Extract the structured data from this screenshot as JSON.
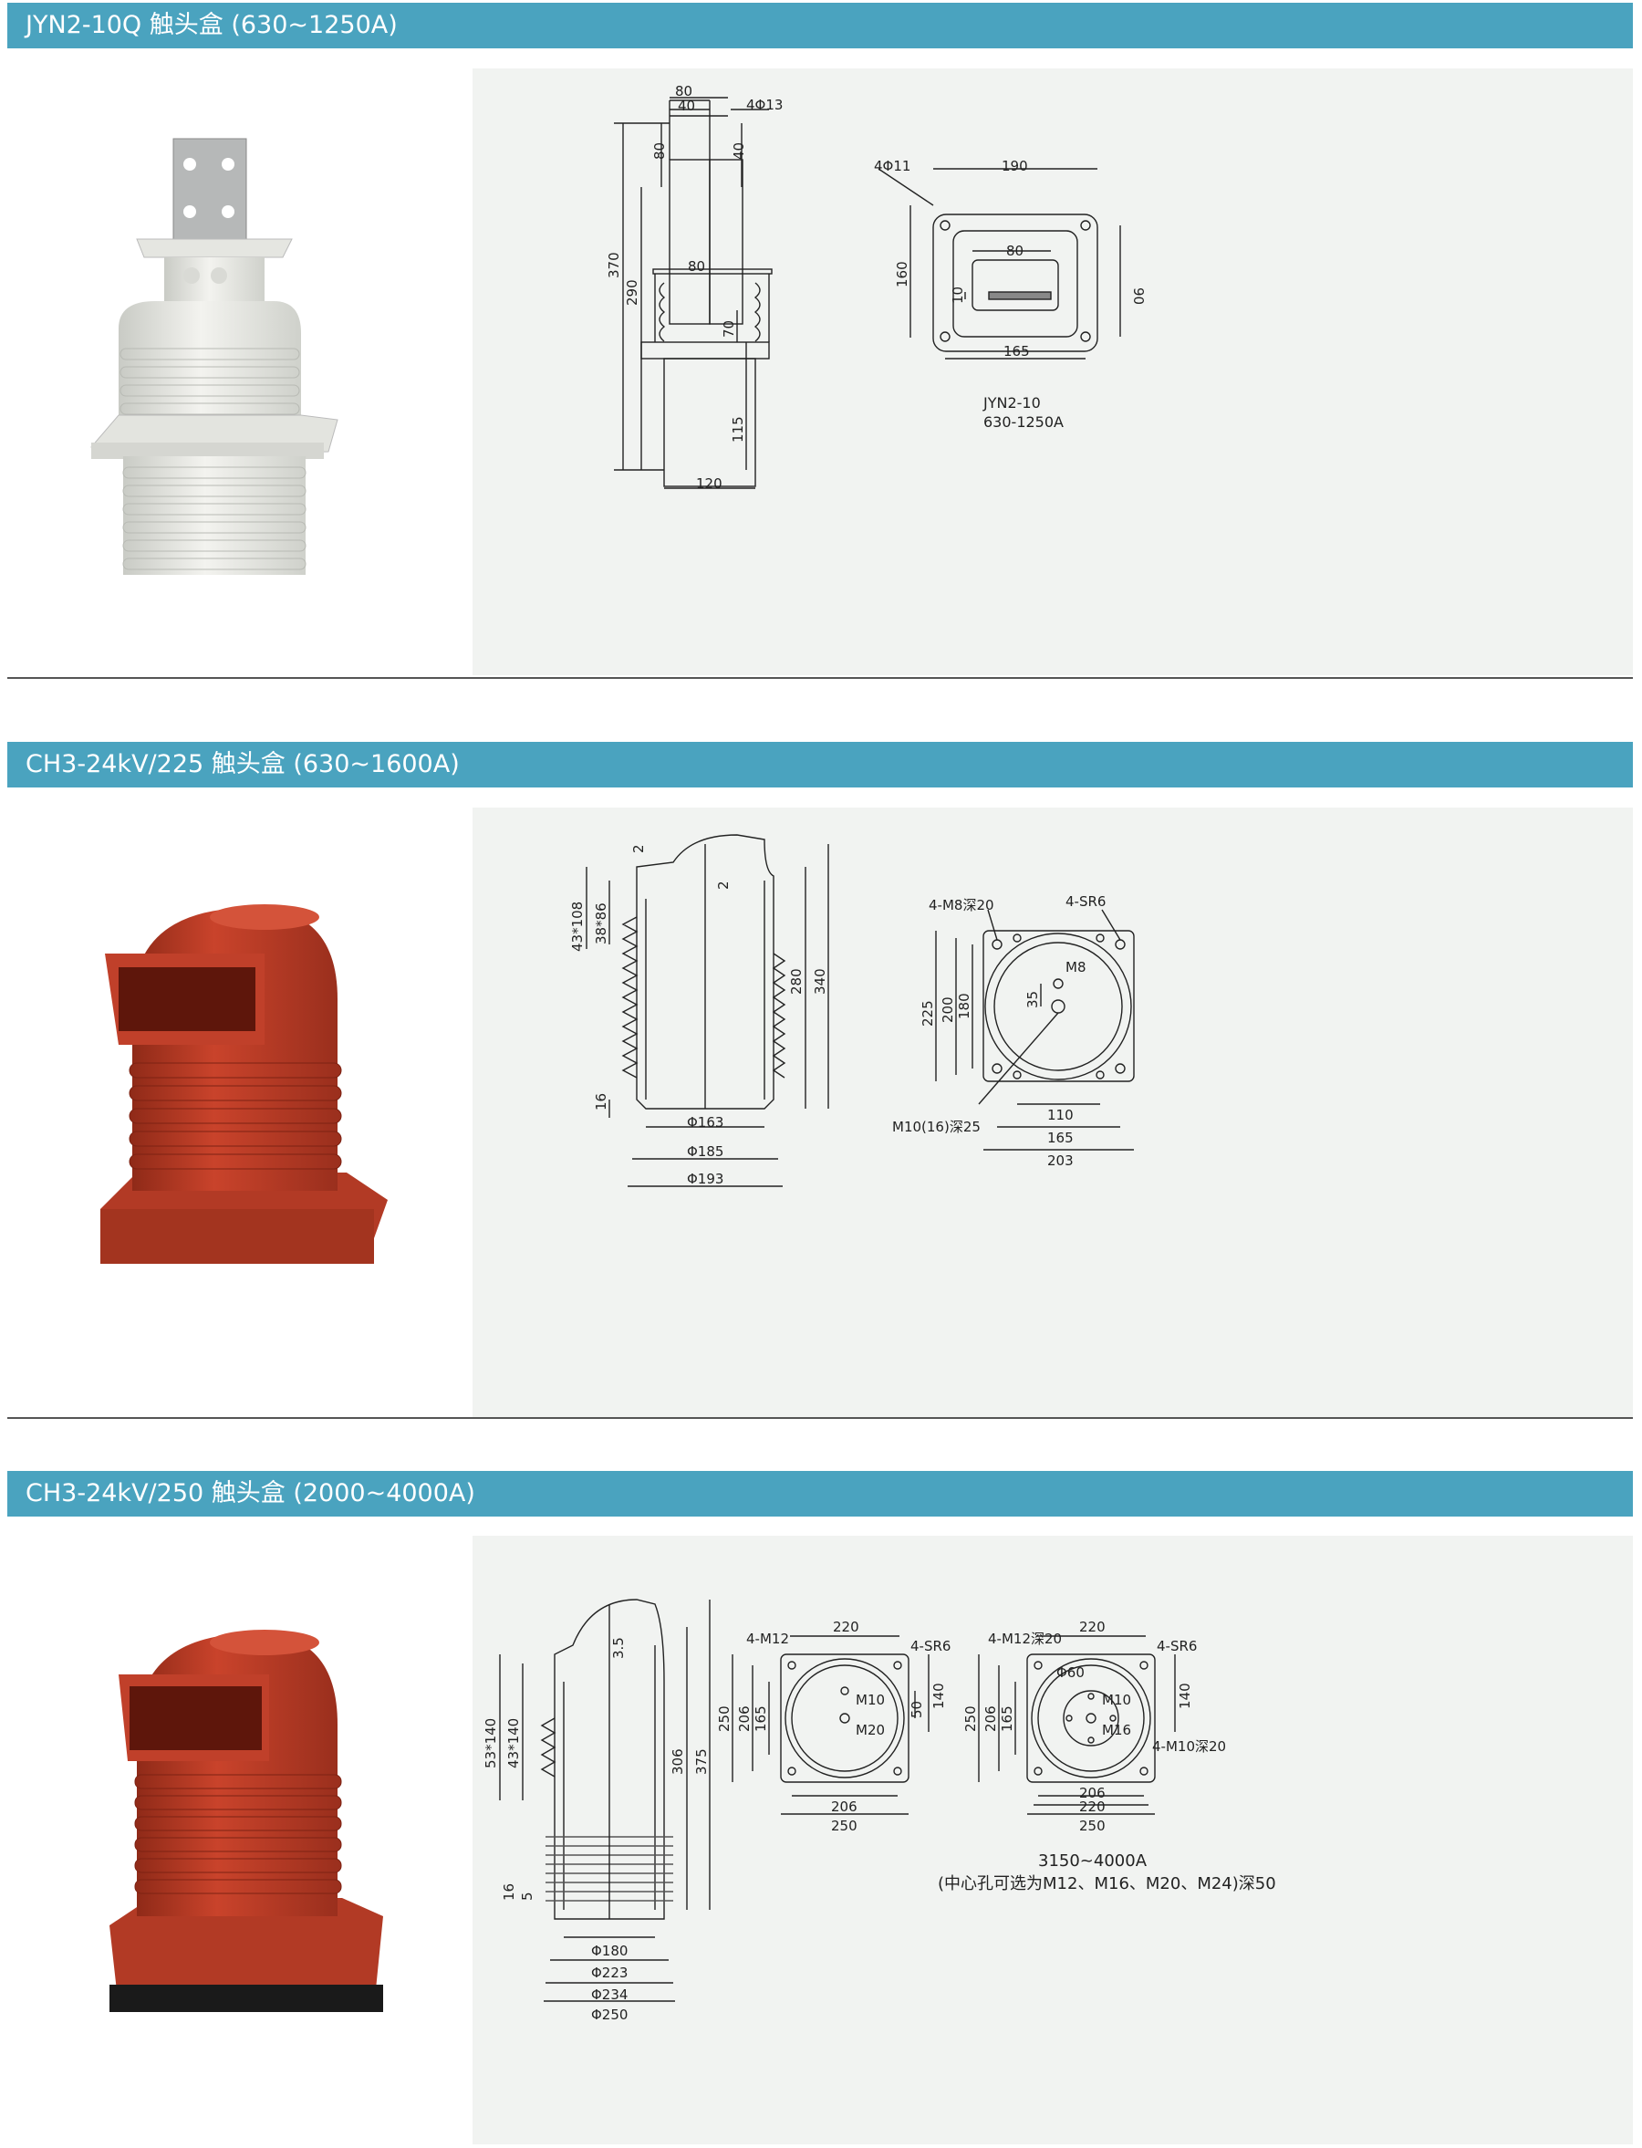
{
  "sections": [
    {
      "title": "JYN2-10Q 触头盒 (630~1250A)",
      "drawing": {
        "left_dims": [
          "80",
          "40",
          "4Φ13",
          "40",
          "80",
          "370",
          "290",
          "80",
          "70",
          "115",
          "120"
        ],
        "right_dims": [
          "4Φ11",
          "190",
          "80",
          "160",
          "10",
          "90",
          "165"
        ],
        "caption_line1": "JYN2-10",
        "caption_line2": "630-1250A"
      }
    },
    {
      "title": "CH3-24kV/225 触头盒 (630~1600A)",
      "drawing": {
        "left_dims": [
          "2",
          "2",
          "43*108",
          "38*86",
          "280",
          "340",
          "16",
          "Φ163",
          "Φ185",
          "Φ193"
        ],
        "right_dims": [
          "4-M8深20",
          "4-SR6",
          "M8",
          "225",
          "200",
          "180",
          "35",
          "110",
          "165",
          "203",
          "M10(16)深25"
        ]
      }
    },
    {
      "title": "CH3-24kV/250 触头盒 (2000~4000A)",
      "drawing": {
        "left_dims": [
          "53*140",
          "43*140",
          "3.5",
          "306",
          "375",
          "16",
          "5",
          "Φ180",
          "Φ223",
          "Φ234",
          "Φ250"
        ],
        "mid_dims": [
          "4-M12",
          "220",
          "4-SR6",
          "250",
          "206",
          "165",
          "140",
          "50",
          "M10",
          "M20",
          "206",
          "250"
        ],
        "right_dims": [
          "4-M12深20",
          "220",
          "4-SR6",
          "250",
          "206",
          "165",
          "140",
          "Φ60",
          "M10",
          "M16",
          "4-M10深20",
          "206",
          "220",
          "250"
        ],
        "caption_line1": "3150~4000A",
        "caption_line2": "(中心孔可选为M12、M16、M20、M24)深50"
      }
    }
  ],
  "colors": {
    "header_bar": "#4aa3bf",
    "drawing_bg": "#f1f3f1",
    "insulator_red": "#c0392b",
    "insulator_white": "#e8e9e5"
  }
}
